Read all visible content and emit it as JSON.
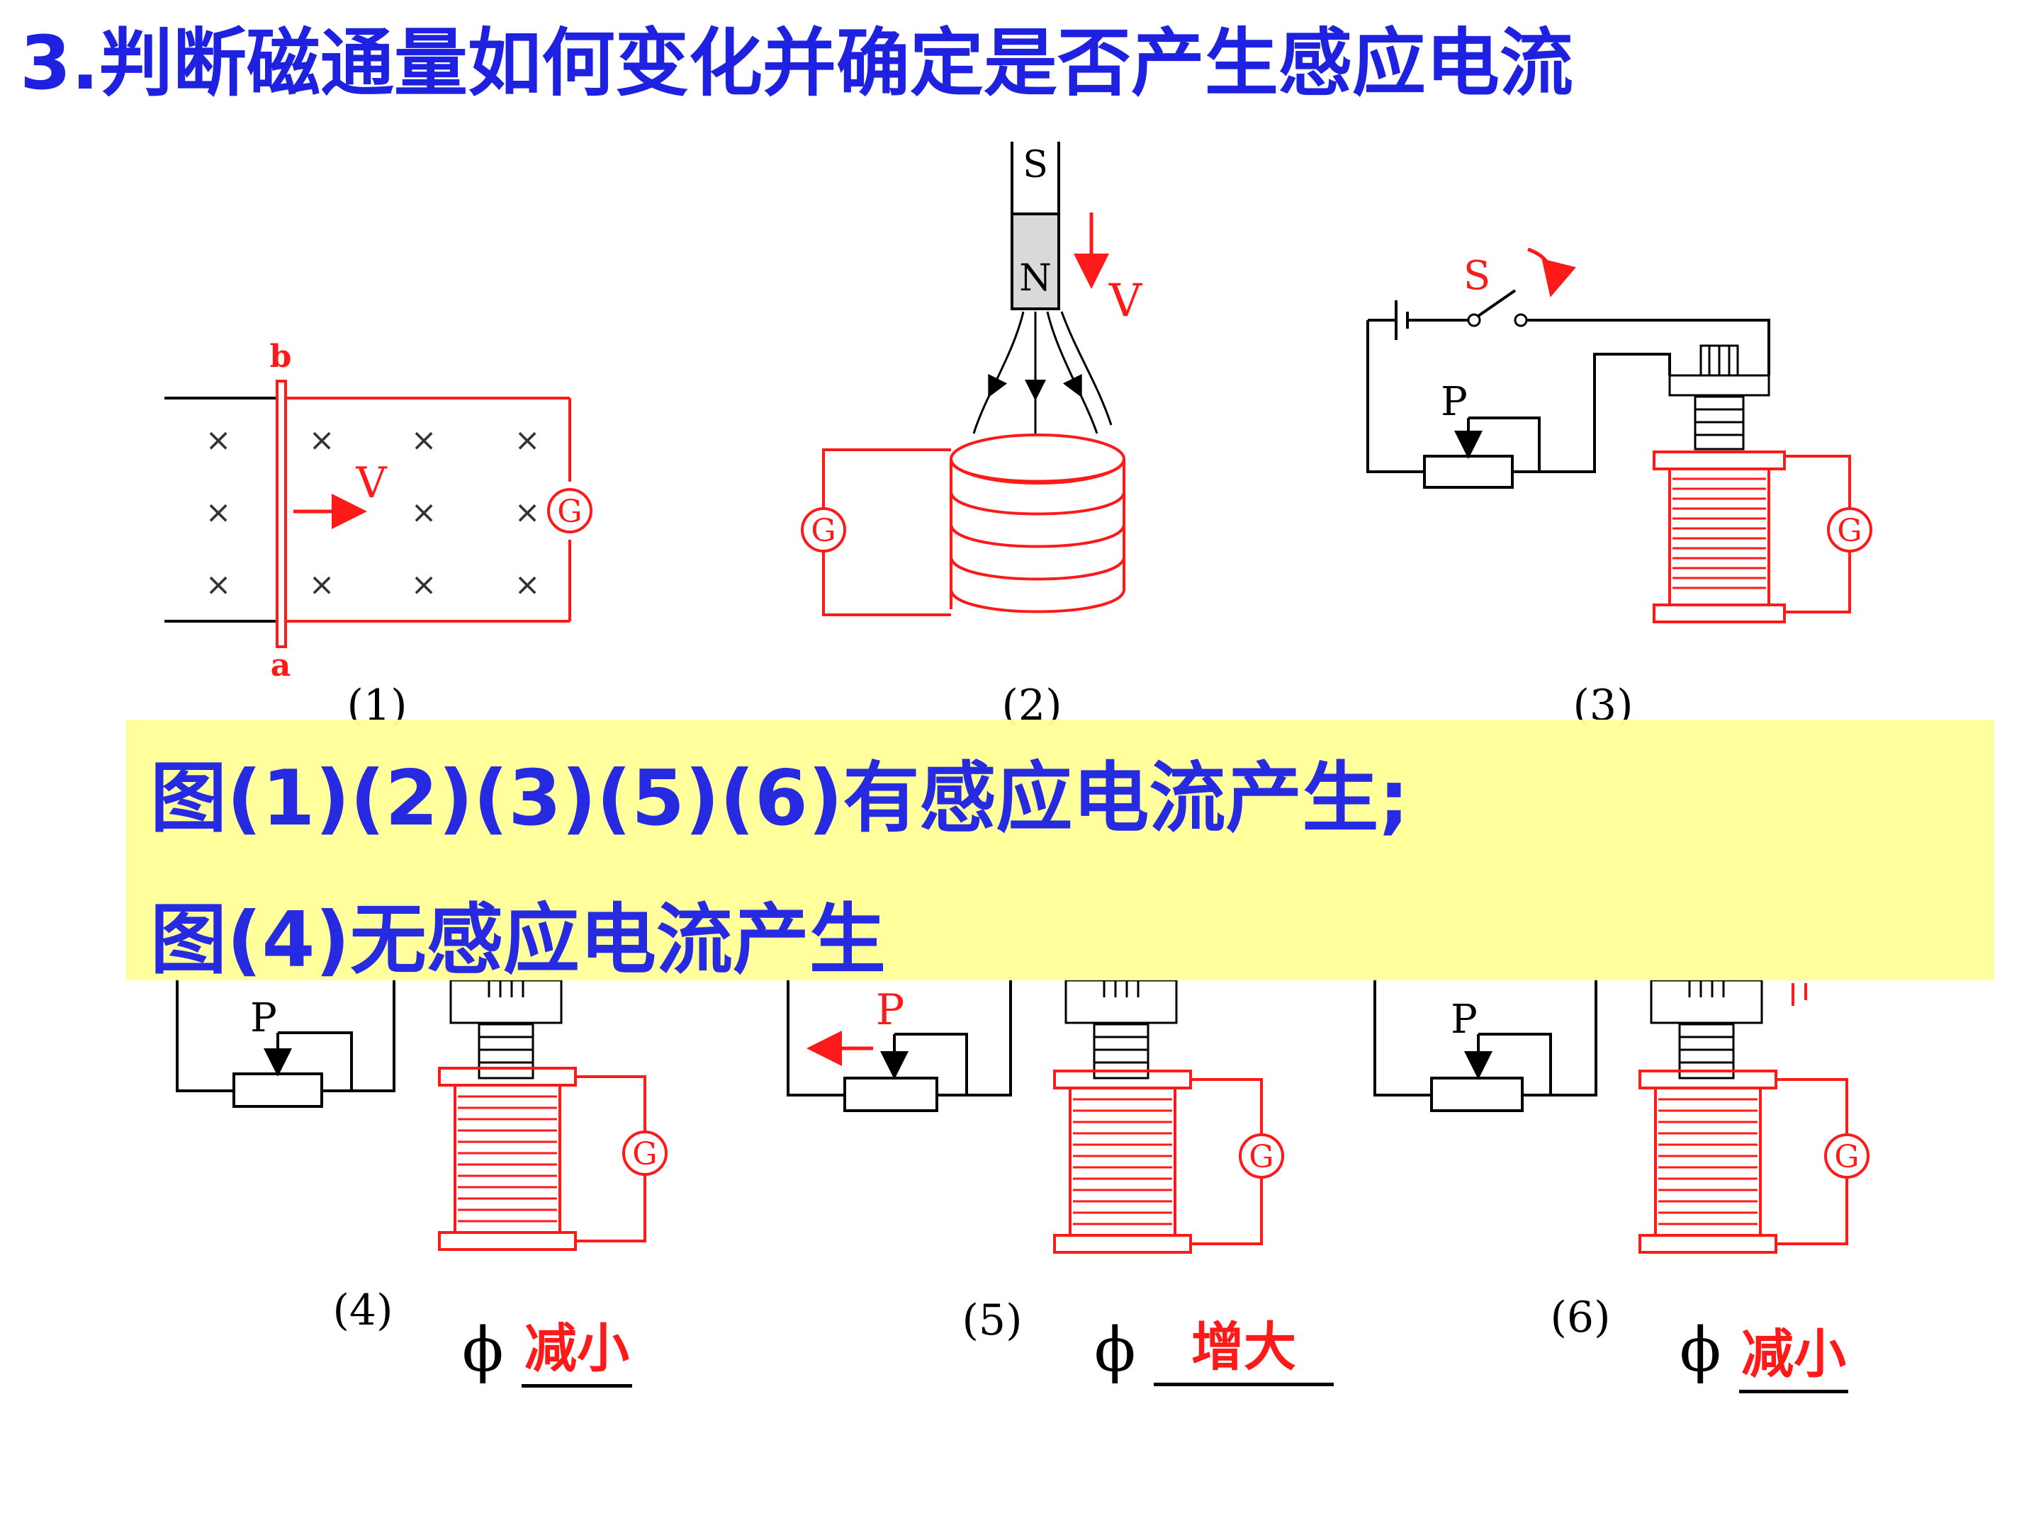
{
  "title": "3.判断磁通量如何变化并确定是否产生感应电流",
  "figures": {
    "fig1": {
      "caption": "(1)",
      "label_a": "a",
      "label_b": "b",
      "label_v": "V",
      "meter": "G"
    },
    "fig2": {
      "caption": "(2)",
      "label_s": "S",
      "label_n": "N",
      "label_v": "V",
      "meter": "G"
    },
    "fig3": {
      "caption": "(3)",
      "label_s": "S",
      "label_p": "P",
      "meter": "G"
    },
    "fig4": {
      "caption": "(4)",
      "label_p": "P",
      "meter": "G"
    },
    "fig5": {
      "caption": "(5)",
      "label_p": "P",
      "meter": "G"
    },
    "fig6": {
      "caption": "(6)",
      "label_p": "P",
      "meter": "G"
    }
  },
  "answer": {
    "line1": "图(1)(2)(3)(5)(6)有感应电流产生;",
    "line2": "图(4)无感应电流产生"
  },
  "flux": {
    "symbol": "ϕ",
    "fig4": "减小",
    "fig5": "增大",
    "fig6": "减小"
  },
  "colors": {
    "title": "#1e22e0",
    "highlight": "#ffff99",
    "circuit": "#ff1a1a",
    "answer_fill": "#ff1a1a"
  },
  "icons": [
    "galvanometer-icon",
    "switch-icon",
    "battery-icon",
    "rheostat-icon",
    "magnet-icon",
    "coil-icon",
    "velocity-arrow-icon"
  ]
}
